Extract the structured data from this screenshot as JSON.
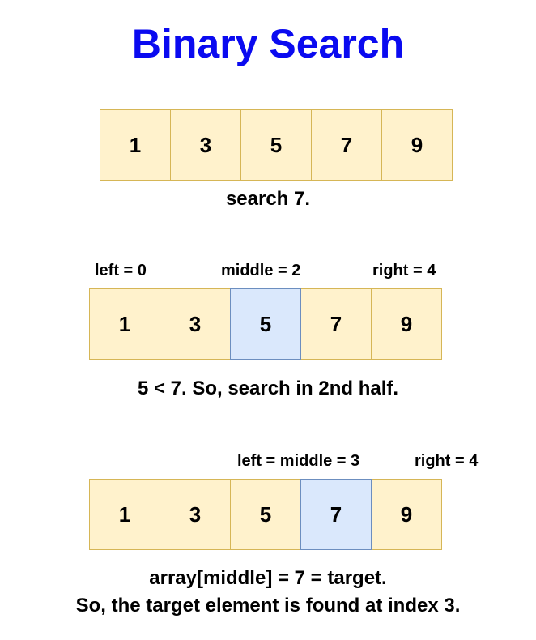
{
  "title": "Binary Search",
  "step1": {
    "cells": [
      "1",
      "3",
      "5",
      "7",
      "9"
    ],
    "caption": "search 7."
  },
  "step2": {
    "left_label": "left = 0",
    "middle_label": "middle = 2",
    "right_label": "right = 4",
    "cells": [
      "1",
      "3",
      "5",
      "7",
      "9"
    ],
    "highlighted_index": 2,
    "caption": "5 < 7. So, search in 2nd half."
  },
  "step3": {
    "left_middle_label": "left = middle = 3",
    "right_label": "right = 4",
    "cells": [
      "1",
      "3",
      "5",
      "7",
      "9"
    ],
    "highlighted_index": 3,
    "caption_line1": "array[middle] = 7 = target.",
    "caption_line2": "So, the target element is found at index 3."
  },
  "colors": {
    "title": "#0a0af0",
    "cell_fill": "#fff2cc",
    "cell_border": "#d6b656",
    "highlight_fill": "#dae8fc",
    "highlight_border": "#6c8ebf"
  }
}
